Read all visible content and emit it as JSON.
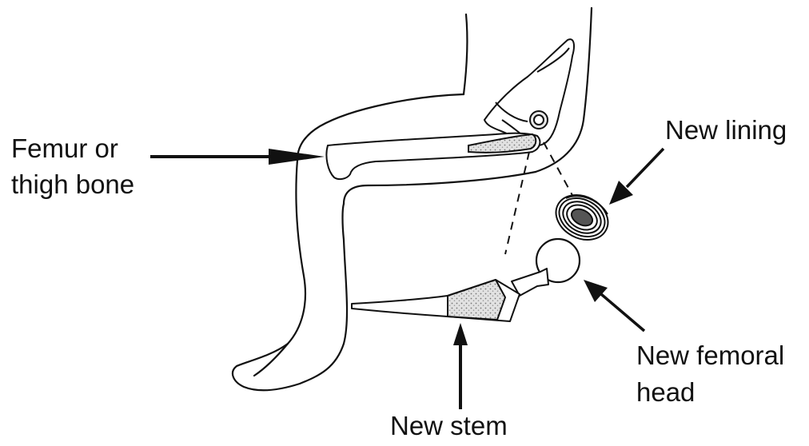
{
  "labels": {
    "femur_line1": "Femur or",
    "femur_line2": "thigh bone",
    "lining": "New lining",
    "head_line1": "New femoral",
    "head_line2": "head",
    "stem": "New stem"
  },
  "colors": {
    "line": "#111111",
    "stipple": "#bdbdbd",
    "background": "#ffffff"
  }
}
